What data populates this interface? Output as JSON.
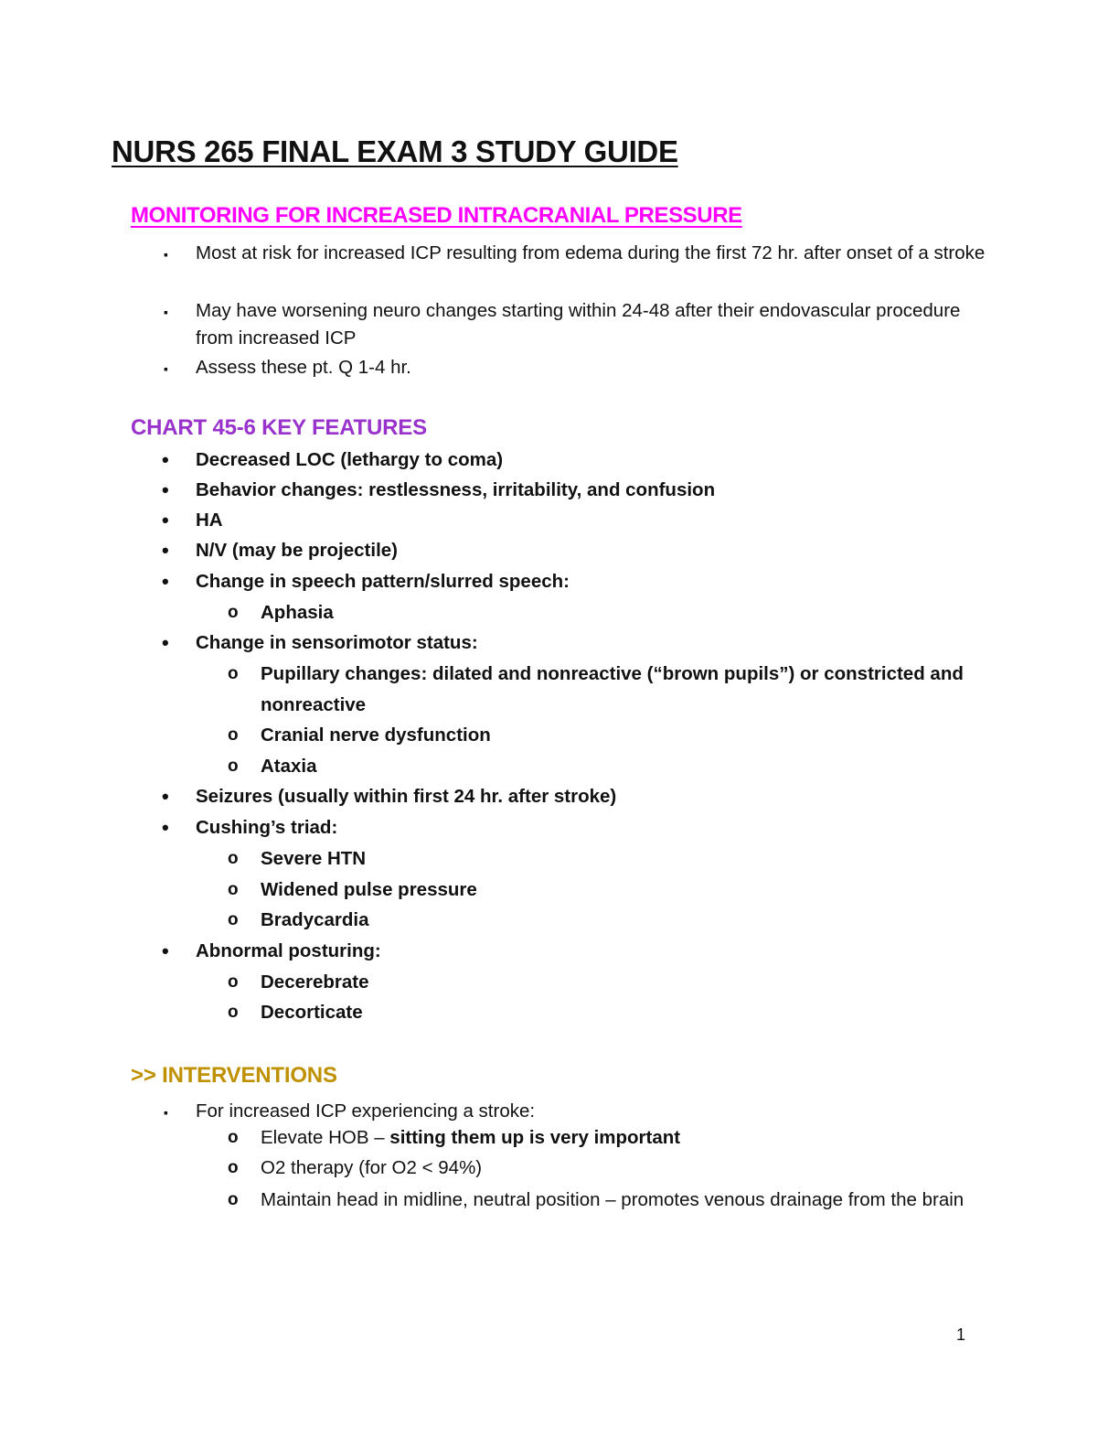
{
  "title": "NURS 265 FINAL EXAM 3 STUDY GUIDE",
  "colors": {
    "monitoring_heading": "#ff00ff",
    "chart_heading": "#9933cc",
    "interventions_heading": "#bf9000",
    "body_text": "#111111"
  },
  "monitoring": {
    "heading": "MONITORING FOR INCREASED INTRACRANIAL PRESSURE",
    "items": [
      "Most at risk for increased ICP resulting from edema during the first 72 hr. after onset of a stroke",
      "May have worsening neuro changes starting within 24-48 after their endovascular procedure from increased ICP",
      "Assess these pt. Q 1-4 hr."
    ]
  },
  "chart": {
    "heading": "CHART 45-6  KEY FEATURES",
    "items": [
      "Decreased LOC (lethargy to coma)",
      "Behavior changes: restlessness, irritability, and confusion",
      "HA",
      "N/V (may be projectile)",
      "Change in speech pattern/slurred speech:",
      "Aphasia",
      "Change in sensorimotor status:",
      "Pupillary changes: dilated and nonreactive (“brown pupils”) or constricted and nonreactive",
      "Cranial nerve dysfunction",
      "Ataxia",
      "Seizures (usually within first 24 hr. after stroke)",
      "Cushing’s triad:",
      "Severe HTN",
      "Widened pulse pressure",
      "Bradycardia",
      "Abnormal posturing:",
      "Decerebrate",
      "Decorticate"
    ]
  },
  "interventions": {
    "heading": ">> INTERVENTIONS",
    "intro": "For increased ICP experiencing a stroke:",
    "elevate_prefix": "Elevate HOB – ",
    "elevate_bold": "sitting them up is very important",
    "o2": "O2 therapy (for O2 < 94%)",
    "midline": "Maintain head in midline, neutral position – promotes venous drainage from the brain"
  },
  "page_number": "1"
}
